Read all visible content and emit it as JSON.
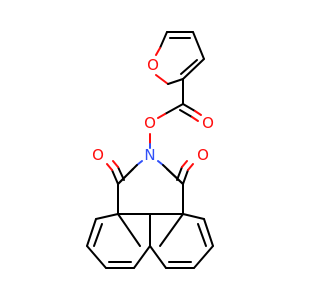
{
  "colors": {
    "carbon_bond": "#000000",
    "oxygen": "#ff0d0d",
    "nitrogen": "#3050f8",
    "background": "#ffffff"
  },
  "atoms": [
    {
      "id": "O_furan",
      "element": "O",
      "label": "O"
    },
    {
      "id": "O_ester",
      "element": "O",
      "label": "O"
    },
    {
      "id": "O_carbonyl_ester",
      "element": "O",
      "label": "O"
    },
    {
      "id": "N_imide",
      "element": "N",
      "label": "N"
    },
    {
      "id": "O_imide_left",
      "element": "O",
      "label": "O"
    },
    {
      "id": "O_imide_right",
      "element": "O",
      "label": "O"
    }
  ]
}
